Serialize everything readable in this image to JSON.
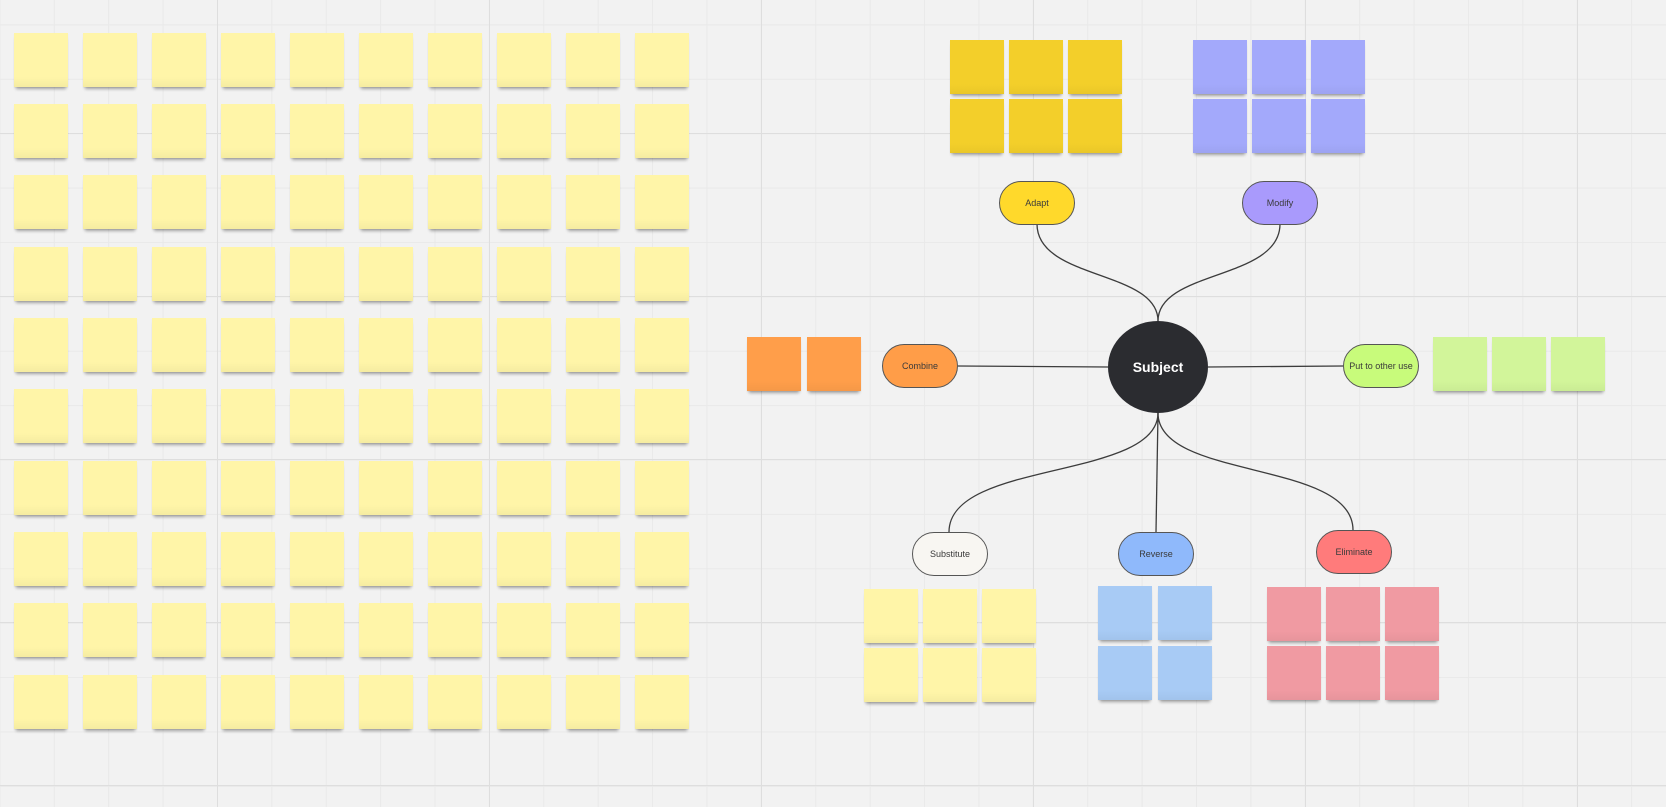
{
  "board": {
    "center_label": "Subject",
    "branches": [
      {
        "key": "adapt",
        "label": "Adapt",
        "color": "#ffd92b",
        "note_color": "#f3cf2a",
        "notes": 6
      },
      {
        "key": "modify",
        "label": "Modify",
        "color": "#a99afc",
        "note_color": "#a3a9fb",
        "notes": 6
      },
      {
        "key": "combine",
        "label": "Combine",
        "color": "#ff9d48",
        "note_color": "#ff9e4a",
        "notes": 2
      },
      {
        "key": "put-to-other-use",
        "label": "Put to other use",
        "color": "#c8fb7b",
        "note_color": "#d2f59a",
        "notes": 3
      },
      {
        "key": "substitute",
        "label": "Substitute",
        "color": "#f8f6f2",
        "note_color": "#fff5a8",
        "notes": 6
      },
      {
        "key": "reverse",
        "label": "Reverse",
        "color": "#8fb9fb",
        "note_color": "#a8cbf5",
        "notes": 4
      },
      {
        "key": "eliminate",
        "label": "Eliminate",
        "color": "#ff7b7b",
        "note_color": "#f09aa2",
        "notes": 6
      }
    ],
    "idea_bank": {
      "rows": 10,
      "columns": 10,
      "note_color": "#fff5a8"
    }
  }
}
